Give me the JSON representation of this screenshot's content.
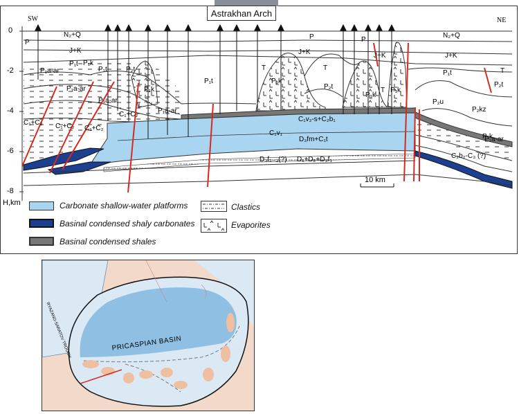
{
  "title": "Astrakhan Arch",
  "compass": {
    "left": "SW",
    "right": "NE"
  },
  "depth_axis": {
    "ticks": [
      "0",
      "-2",
      "-4",
      "-6",
      "-8"
    ],
    "label": "H,km"
  },
  "scale_bar": "10 km",
  "unit_labels": {
    "n2q_left": "N₂+Q",
    "n2q_right": "N₂+Q",
    "p_top_left": "P",
    "p_top_mid": "P",
    "p_top_mid2": "P",
    "jk_left": "J+K",
    "jk_mid": "J+K",
    "jk_right": "J+K",
    "jk_right2": "J+K",
    "t_a": "T",
    "t_b": "T",
    "t_c": "T",
    "t_d": "T",
    "p1a_ar_left": "P₁a-ar",
    "p1a_ar_mid": "P₁a-ar",
    "p1a_ar_mid2": "P₁a-ar",
    "p1a_ar_mid3": "P₁a-ar",
    "p1a_ar_right": "P₁a-ar",
    "p1t_a": "P₁t",
    "p1t_b": "P₁t",
    "p1t_c": "P₁t",
    "p1t_d": "P₁t",
    "p2t_a": "P₂t",
    "p2t_b": "P₂t",
    "p2t_c": "P₂t",
    "p1k_a": "P₁k",
    "p1k_b": "P₁k",
    "p1k_c": "P₁k",
    "p1k_d": "P₁k",
    "p1k_e": "P₁k",
    "p1k_f": "P₁k",
    "p2u": "P₂u",
    "p2kz": "P₂kz",
    "c1c2_left": "C₁+C₂",
    "c1c2_b": "C₁+C₂",
    "c1c2_c": "C₁+C₂",
    "c1c2_d": "C₁+C₂",
    "c1v2": "C₁v₂-s+C₂b₁",
    "c1v1": "C₁v₁",
    "d3fm": "D₃fm+C₁t",
    "d3f23": "D₃f₂₋₃(?)",
    "d1d2": "D₁+D₂+D₃f₁",
    "c2b2": "C₂b₂-C₃ (?)"
  },
  "legend": {
    "carbonate": "Carbonate shallow-water platforms",
    "shaly": "Basinal condensed shaly carbonates",
    "shales": "Basinal condensed shales",
    "clastics": "Clastics",
    "evaporites": "Evaporites"
  },
  "map": {
    "basin": "PRICASPIAN BASIN",
    "trough": "RYAZANO-SARATOV TROUGH"
  },
  "colors": {
    "carbonate": "#a9d5f0",
    "shaly": "#1d3f8f",
    "shales": "#777777",
    "fault": "#d62a1f",
    "map_land": "#f2d9c9",
    "map_basin_deep": "#8fbfe2",
    "map_basin_light": "#dbe9f5"
  }
}
